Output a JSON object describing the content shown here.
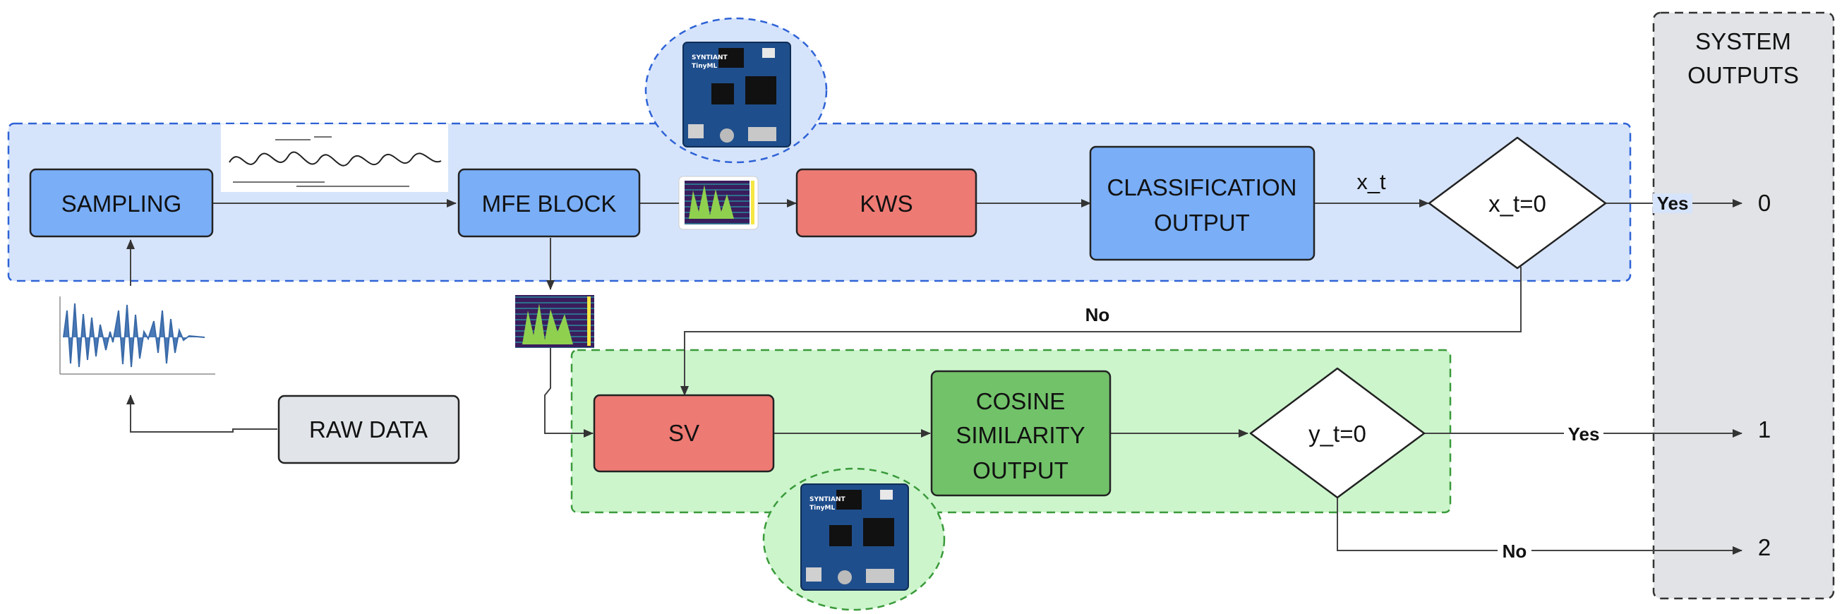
{
  "system_outputs": {
    "title_line1": "SYSTEM",
    "title_line2": "OUTPUTS",
    "outputs": [
      "0",
      "1",
      "2"
    ]
  },
  "nodes": {
    "sampling": "SAMPLING",
    "mfe_block": "MFE BLOCK",
    "kws": "KWS",
    "classification_line1": "CLASSIFICATION",
    "classification_line2": "OUTPUT",
    "decision_x": "x_t=0",
    "raw_data": "RAW DATA",
    "sv": "SV",
    "cosine_line1": "COSINE",
    "cosine_line2": "SIMILARITY",
    "cosine_line3": "OUTPUT",
    "decision_y": "y_t=0"
  },
  "edges": {
    "x_t": "x_t",
    "yes_top": "Yes",
    "no_mid": "No",
    "yes_bottom": "Yes",
    "no_bottom": "No"
  },
  "colors": {
    "blue_region": "#d6e4fb",
    "blue_region_border": "#2f63d6",
    "green_region": "#ccf5cc",
    "green_region_border": "#3a9a3a",
    "blue_box": "#7aaef7",
    "red_box": "#ee7a74",
    "green_box": "#72c26a",
    "gray_box": "#e1e4e8",
    "outputs_panel": "#e1e3e6"
  },
  "icons": [
    "board-icon-top",
    "board-icon-bottom",
    "waveform-thumbnail",
    "framing-thumbnail",
    "spectrogram-thumbnail"
  ]
}
